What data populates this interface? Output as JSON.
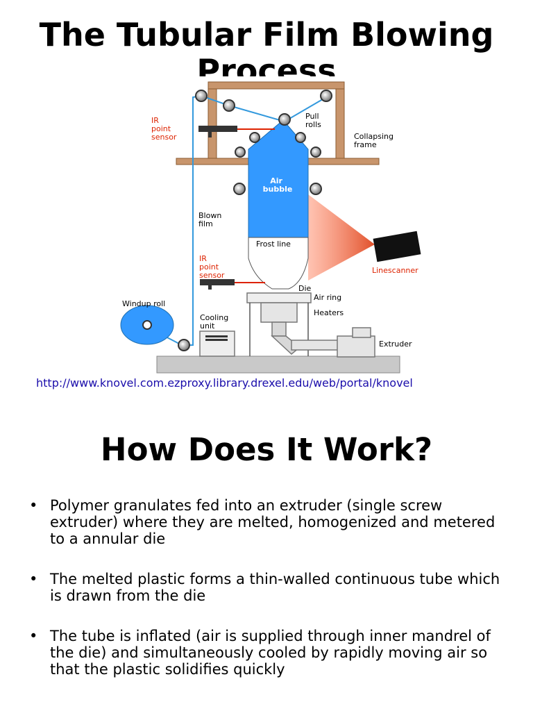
{
  "slide1": {
    "title": "The Tubular Film Blowing Process",
    "diagram": {
      "labels": {
        "ir_sensor_top": [
          "IR",
          "point",
          "sensor"
        ],
        "pull_rolls": [
          "Pull",
          "rolls"
        ],
        "collapsing_frame": [
          "Collapsing",
          "frame"
        ],
        "air_bubble": [
          "Air",
          "bubble"
        ],
        "blown_film": [
          "Blown",
          "film"
        ],
        "frost_line": "Frost line",
        "ir_sensor_bottom": [
          "IR",
          "point",
          "sensor"
        ],
        "linescanner": "Linescanner",
        "die": "Die",
        "air_ring": "Air ring",
        "heaters": "Heaters",
        "windup_roll": "Windup roll",
        "cooling_unit": [
          "Cooling",
          "unit"
        ],
        "extruder": "Extruder"
      },
      "colors": {
        "frame": "#c8956c",
        "film": "#3399dd",
        "bubble": "#3399ff",
        "red_label": "#dd2200",
        "cone": "#e0502a",
        "roll": "#555555"
      }
    },
    "source_url": "http://www.knovel.com.ezproxy.library.drexel.edu/web/portal/knovel"
  },
  "slide2": {
    "title": "How Does It Work?",
    "bullet_char": "•",
    "bullets": [
      "Polymer granulates fed into an extruder (single screw extruder) where they are melted, homogenized and metered to a annular die",
      "The melted plastic forms a thin-walled continuous tube which is drawn from the die",
      "The tube is inflated (air is supplied through inner mandrel of the die) and simultaneously cooled by rapidly moving air so that the plastic solidifies quickly"
    ]
  }
}
